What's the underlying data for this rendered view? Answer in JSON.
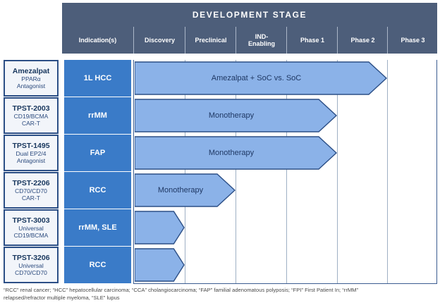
{
  "header": {
    "title": "DEVELOPMENT STAGE",
    "columns": [
      {
        "label": "Indication(s)"
      },
      {
        "label": "Discovery"
      },
      {
        "label": "Preclinical"
      },
      {
        "label": "IND-\nEnabling"
      },
      {
        "label": "Phase 1"
      },
      {
        "label": "Phase 2"
      },
      {
        "label": "Phase 3"
      }
    ]
  },
  "colors": {
    "header_bg": "#4d5e7a",
    "indication_bg": "#3a7bc8",
    "bar_fill": "#8bb2e8",
    "bar_stroke": "#2c4f86",
    "program_border": "#2c4f86",
    "program_bg": "#f2f5fa",
    "text_dark": "#17365d"
  },
  "chart_data": {
    "type": "bar",
    "title": "DEVELOPMENT STAGE",
    "xlabel": "",
    "ylabel": "",
    "stages": [
      "Discovery",
      "Preclinical",
      "IND-Enabling",
      "Phase 1",
      "Phase 2",
      "Phase 3"
    ],
    "rows": [
      {
        "program": "Amezalpat",
        "subtitle_1": "PPARα",
        "subtitle_2": "Antagonist",
        "indication": "1L HCC",
        "bar_label": "Amezalpat + SoC vs. SoC",
        "start_stage": "Discovery",
        "end_stage": "Phase 2",
        "progress_stages": 5
      },
      {
        "program": "TPST-2003",
        "subtitle_1": "CD19/BCMA",
        "subtitle_2": "CAR-T",
        "indication": "rrMM",
        "bar_label": "Monotherapy",
        "start_stage": "Discovery",
        "end_stage": "Phase 1",
        "progress_stages": 4
      },
      {
        "program": "TPST-1495",
        "subtitle_1": "Dual EP2/4",
        "subtitle_2": "Antagonist",
        "indication": "FAP",
        "bar_label": "Monotherapy",
        "start_stage": "Discovery",
        "end_stage": "Phase 1",
        "progress_stages": 4
      },
      {
        "program": "TPST-2206",
        "subtitle_1": "CD70/CD70",
        "subtitle_2": "CAR-T",
        "indication": "RCC",
        "bar_label": "Monotherapy",
        "start_stage": "Discovery",
        "end_stage": "Preclinical",
        "progress_stages": 2
      },
      {
        "program": "TPST-3003",
        "subtitle_1": "Universal",
        "subtitle_2": "CD19/BCMA",
        "indication": "rrMM, SLE",
        "bar_label": "",
        "start_stage": "Discovery",
        "end_stage": "Discovery",
        "progress_stages": 1
      },
      {
        "program": "TPST-3206",
        "subtitle_1": "Universal",
        "subtitle_2": "CD70/CD70",
        "indication": "RCC",
        "bar_label": "",
        "start_stage": "Discovery",
        "end_stage": "Discovery",
        "progress_stages": 1
      }
    ]
  },
  "footnote": {
    "line1": "“RCC” renal cancer; “HCC” hepatocellular carcinoma; “CCA” cholangiocarcinoma; “FAP” familial adenomatous polyposis; “FPI” First Patient In; “rrMM”",
    "line2": "relapsed/refractor multiple myeloma, “SLE” lupus"
  }
}
